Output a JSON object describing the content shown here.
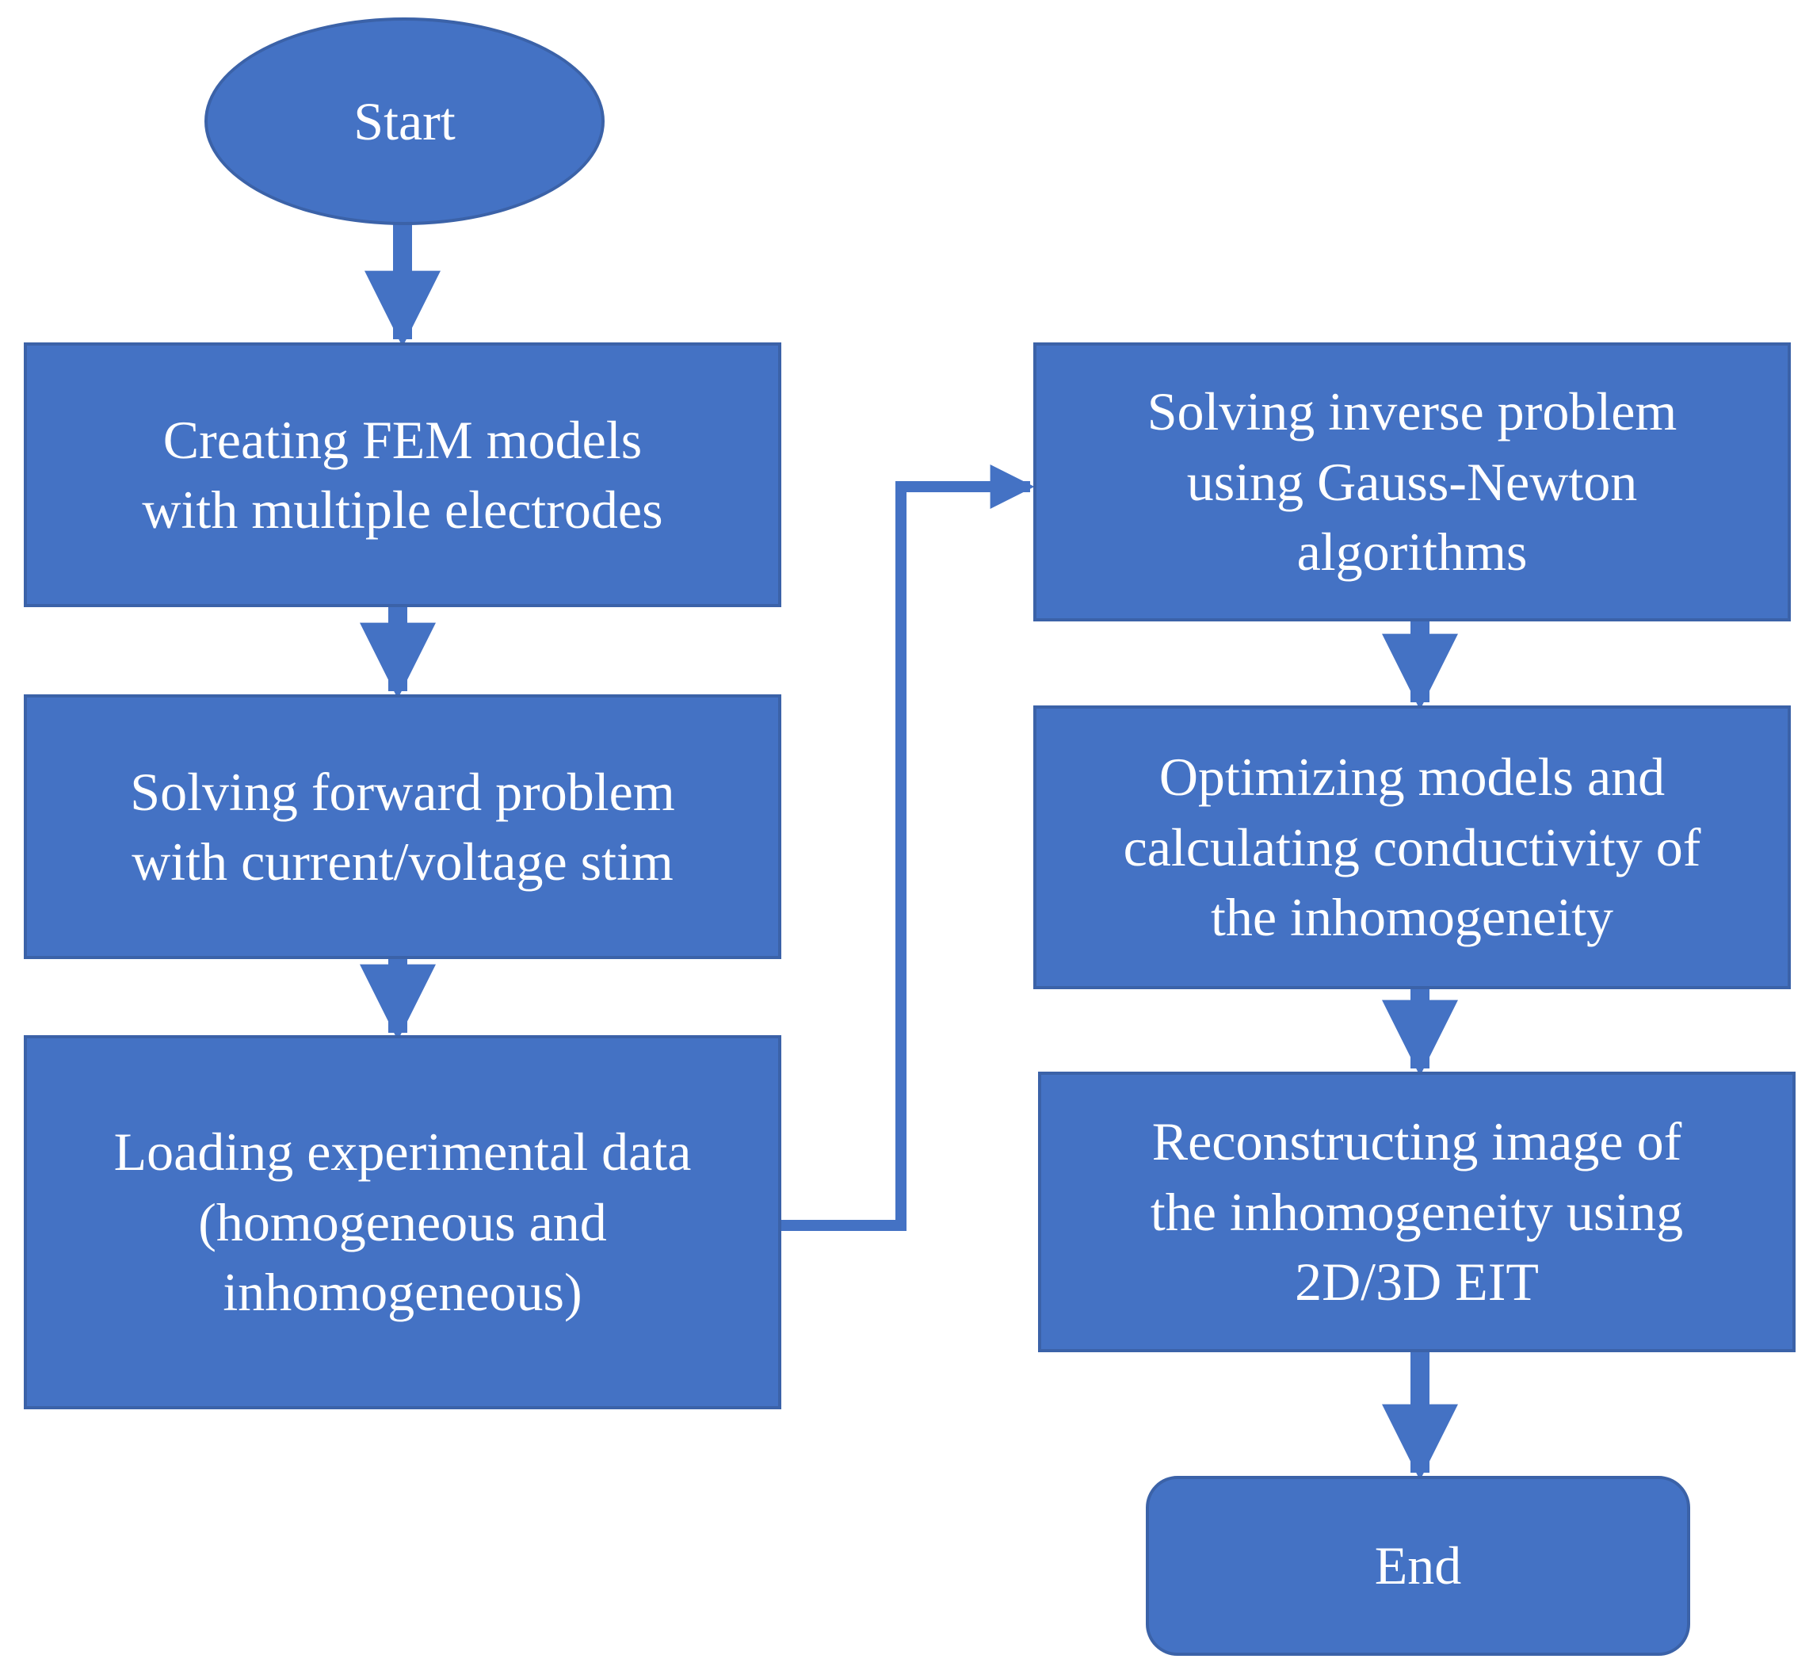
{
  "flowchart": {
    "start": "Start",
    "step1": "Creating FEM models\nwith multiple electrodes",
    "step2": "Solving forward problem\nwith current/voltage stim",
    "step3": "Loading experimental data\n(homogeneous and\ninhomogeneous)",
    "step4": "Solving inverse problem\nusing Gauss-Newton\nalgorithms",
    "step5": "Optimizing models and\ncalculating conductivity of\nthe inhomogeneity",
    "step6": "Reconstructing image of\nthe inhomogeneity using\n2D/3D EIT",
    "end": "End"
  },
  "colors": {
    "fill": "#4472c4",
    "border": "#3b62a8",
    "text": "#ffffff"
  }
}
